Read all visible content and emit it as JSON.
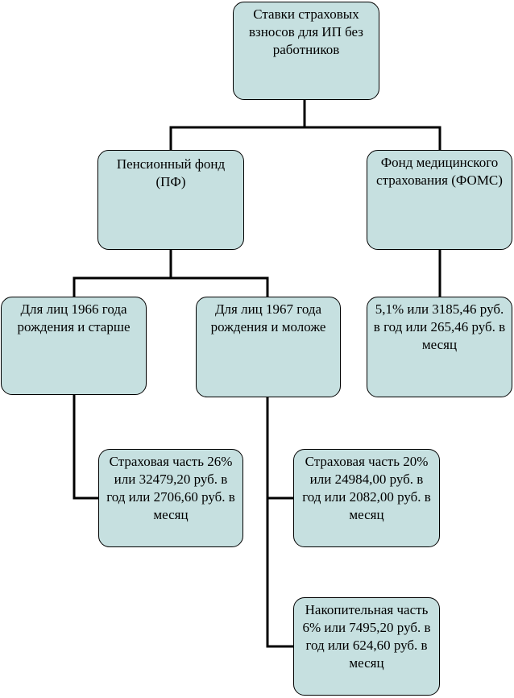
{
  "colors": {
    "box_fill": "#c6e0e0",
    "box_border": "#000000",
    "connector": "#000000",
    "background": "#ffffff"
  },
  "nodes": {
    "root": {
      "text": "Ставки страховых взносов для ИП без работников"
    },
    "pf": {
      "text": "Пенсионный фонд (ПФ)"
    },
    "foms": {
      "text": "Фонд медицинского страхования (ФОМС)"
    },
    "older": {
      "text": "Для лиц 1966 года рождения и старше"
    },
    "younger": {
      "text": "Для лиц 1967 года рождения и моложе"
    },
    "foms_rate": {
      "text": "5,1% или 3185,46 руб. в год или 265,46 руб. в месяц"
    },
    "older_insurance": {
      "text": "Страховая часть 26% или 32479,20 руб. в год или 2706,60 руб. в месяц"
    },
    "younger_insurance": {
      "text": "Страховая часть 20% или 24984,00 руб. в год или 2082,00 руб. в месяц"
    },
    "younger_savings": {
      "text": "Накопительная часть 6% или 7495,20 руб. в год или 624,60 руб. в месяц"
    }
  }
}
